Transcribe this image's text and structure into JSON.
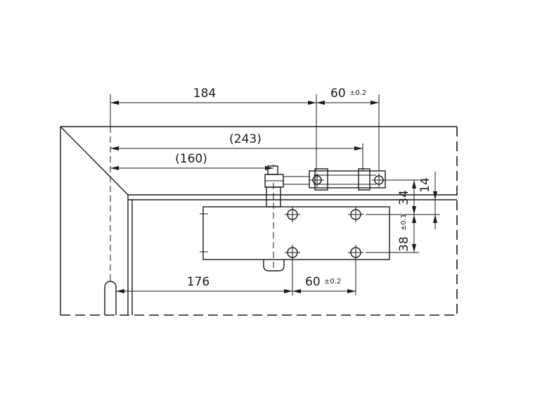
{
  "drawing": {
    "dimensions": {
      "top_arm_spacing": "184",
      "arm_hole_spacing": {
        "value": "60",
        "tolerance": "±0.2"
      },
      "total_length": "(243)",
      "pivot_offset": "(160)",
      "body_offset": "176",
      "body_hole_spacing": {
        "value": "60",
        "tolerance": "±0.2"
      },
      "vertical_34": "34",
      "vertical_14": "14",
      "vertical_38": {
        "value": "38",
        "tolerance": "±0.1"
      }
    }
  }
}
